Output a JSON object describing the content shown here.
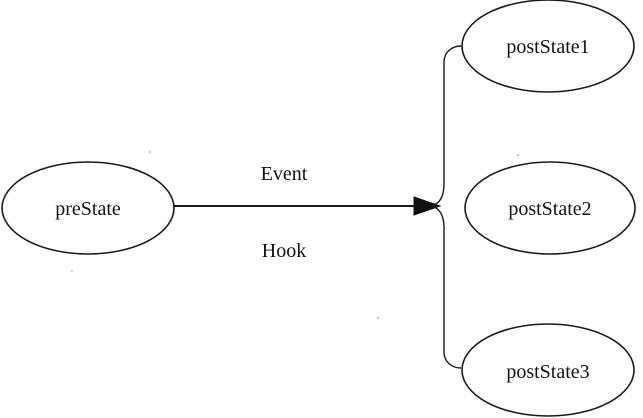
{
  "diagram": {
    "nodes": {
      "pre_state": "preState",
      "post_state_1": "postState1",
      "post_state_2": "postState2",
      "post_state_3": "postState3"
    },
    "edge": {
      "label_above": "Event",
      "label_below": "Hook"
    }
  }
}
